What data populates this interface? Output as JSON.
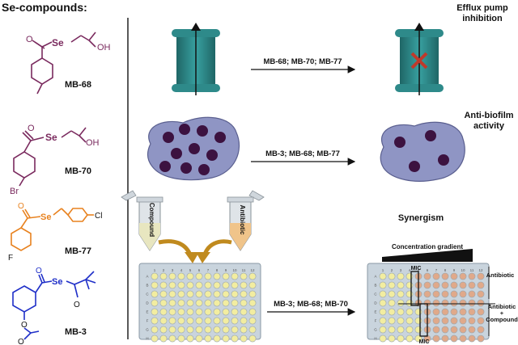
{
  "header": {
    "title": "Se-compounds:"
  },
  "compounds": [
    {
      "id": "MB-68",
      "label": "MB-68",
      "color": "#7a2a5e",
      "atoms": [
        "O",
        "Se",
        "OH"
      ]
    },
    {
      "id": "MB-70",
      "label": "MB-70",
      "color": "#7a2a5e",
      "atoms": [
        "O",
        "Se",
        "OH",
        "Br"
      ]
    },
    {
      "id": "MB-77",
      "label": "MB-77",
      "color": "#e8821f",
      "atoms": [
        "O",
        "Se",
        "Cl",
        "F"
      ]
    },
    {
      "id": "MB-3",
      "label": "MB-3",
      "color": "#1f2fc8",
      "atoms": [
        "O",
        "Se",
        "O",
        "O",
        "O"
      ]
    }
  ],
  "rows": {
    "efflux": {
      "title_line1": "Efflux pump",
      "title_line2": "inhibition",
      "arrow_label": "MB-68; MB-70; MB-77"
    },
    "biofilm": {
      "title_line1": "Anti-biofilm",
      "title_line2": "activity",
      "arrow_label": "MB-3; MB-68; MB-77"
    },
    "synergism": {
      "title": "Synergism",
      "arrow_label": "MB-3; MB-68; MB-70",
      "tube_left": "Compound",
      "tube_right": "Antibiotic",
      "gradient_label": "Concentration gradient",
      "mic_top": "MIC",
      "mic_bottom": "MIC",
      "side_label_antibiotic": "Antibiotic",
      "side_label_combo_1": "Antibiotic",
      "side_label_combo_2": "+",
      "side_label_combo_3": "Compound"
    }
  },
  "plate": {
    "columns": [
      "1",
      "2",
      "3",
      "4",
      "5",
      "6",
      "7",
      "8",
      "9",
      "10",
      "11",
      "12"
    ],
    "rows": [
      "A",
      "B",
      "C",
      "D",
      "E",
      "F",
      "G",
      "H"
    ]
  },
  "colors": {
    "pump": "#2e8a8a",
    "pump_dark": "#1f6666",
    "biofilm": "#8f95c4",
    "cell": "#3c1240",
    "well_left": "#f2eda0",
    "well_right": "#e0a98a",
    "blocked": "#c0392b",
    "gold_arrow": "#c08a1e"
  }
}
